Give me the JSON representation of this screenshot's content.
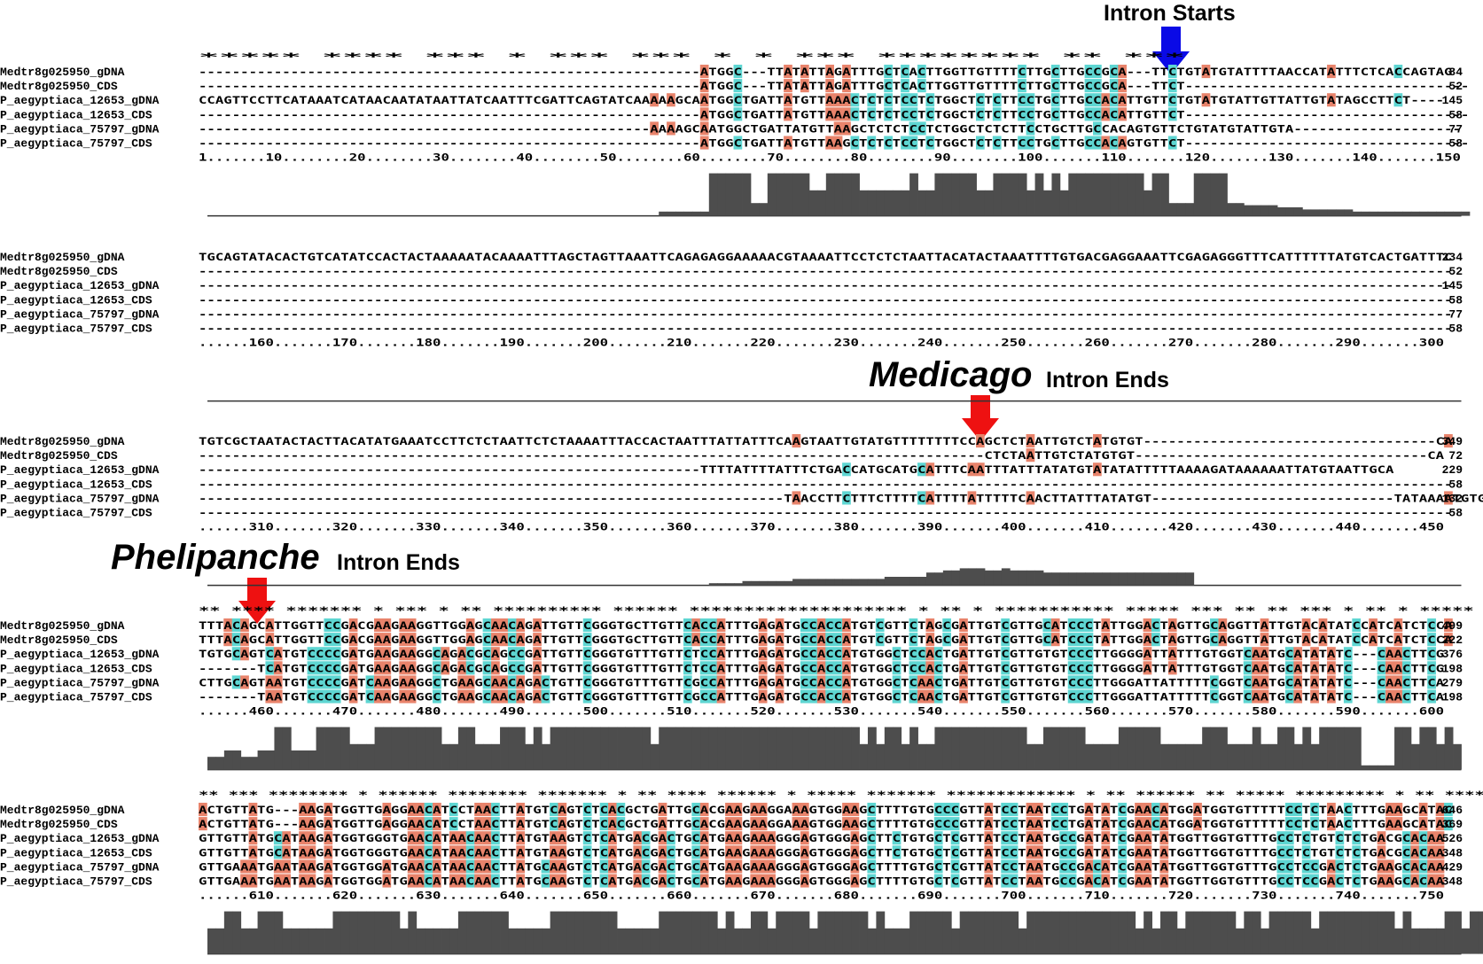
{
  "colors": {
    "A": "#e8836b",
    "C": "#5ed6d2",
    "bar": "#4d4d4d",
    "intron_start_arrow": "#0a0ae6",
    "intron_end_arrow": "#ee1111"
  },
  "annotations": {
    "intron_starts": "Intron Starts",
    "medicago_species": "Medicago",
    "medicago_suffix": "Intron Ends",
    "phelipanche_species": "Phelipanche",
    "phelipanche_suffix": "Intron Ends"
  },
  "sequence_names": [
    "Medtr8g025950_gDNA",
    "Medtr8g025950_CDS",
    "P_aegyptiaca_12653_gDNA",
    "P_aegyptiaca_12653_CDS",
    "P_aegyptiaca_75797_gDNA",
    "P_aegyptiaca_75797_CDS"
  ],
  "blocks": [
    {
      "stars": "                                                            *****  **** ***   *  ***   *** * * *** ******** **     ***",
      "rows": [
        "------------------------------------------------------------ATGGC---TTATATTAGATTTGCTCACTTGGTTGTTTTCTTGCTTGCCGCA---TTCTGTATGTATTTTAACCATATTTCTCACCAGTAG",
        "------------------------------------------------------------ATGGC---TTATATTAGATTTGCTCACTTGGTTGTTTTCTTGCTTGCCGCA---TTCT----------------------------------",
        "CCAGTTCCTTCATAAATCATAACAATATAATTATCAATTTCGATTCAGTATCAAAAAGCAATGGCTGATTATGTTAAACTCTCTCCTCTGGCTCTCTTCCTGCTTGCCACATTGTTCTGTATGTATTGTTATTGTATAGCCTTCT----",
        "------------------------------------------------------------ATGGCTGATTATGTTAAACTCTCTCCTCTGGCTCTCTTCCTGCTTGCCACATTGTTCT----------------------------------",
        "------------------------------------------------------AAAAGCAATGGCTGATTATGTTAAGCTCTCTCCTCTGGCTCTCTTCCTGCTTGCCACAGTGTTCTGTATGTATTGTA--------------------",
        "------------------------------------------------------------ATGGCTGATTATGTTAAGCTCTCTCCTCTGGCTCTCTTCCTGCTTGCCACAGTGTTCT----------------------------------"
      ],
      "counts": [
        "84",
        "52",
        "145",
        "58",
        "77",
        "58"
      ],
      "ruler": "1.......10........20........30........40........50........60........70........80........90........100.......110.......120.......130.......140.......150",
      "conservation": [
        0,
        0,
        0,
        0,
        0,
        0,
        0,
        0,
        0,
        0,
        0,
        0,
        0,
        0,
        0,
        0,
        0,
        0,
        0,
        0,
        0,
        0,
        0,
        0,
        0,
        0,
        0,
        0,
        0,
        0,
        0,
        0,
        0,
        0,
        0,
        0,
        0,
        0,
        0,
        0,
        0,
        0,
        0,
        0,
        0,
        0,
        0,
        0,
        0,
        0,
        0,
        0,
        0,
        0,
        0.1,
        0.1,
        0.1,
        0.1,
        0.1,
        0.1,
        1,
        1,
        1,
        1,
        1,
        0.3,
        0.3,
        1,
        1,
        1,
        1,
        1,
        0.6,
        0.6,
        1,
        1,
        1,
        1,
        0.6,
        0.6,
        0.6,
        0.6,
        0.6,
        0.6,
        1,
        0.6,
        0.6,
        1,
        1,
        1,
        1,
        1,
        0.6,
        0.6,
        1,
        1,
        1,
        1,
        0.6,
        1,
        0.6,
        1,
        0.6,
        1,
        1,
        1,
        1,
        1,
        1,
        1,
        1,
        1,
        0.6,
        1,
        1,
        0.3,
        0.3,
        0.3,
        1,
        1,
        1,
        1,
        0.3,
        0.3,
        0.25,
        0.25,
        0.25,
        0.25,
        0.2,
        0.2,
        0.2,
        0.15,
        0.15,
        0.15,
        0.15,
        0.15,
        0.15,
        0.1,
        0.1,
        0.1,
        0.1,
        0.1,
        0.1,
        0.1,
        0.1,
        0.1,
        0.1,
        0.1,
        0.1,
        0.1,
        0.1,
        0,
        0,
        0,
        0
      ]
    },
    {
      "stars": "",
      "rows": [
        "TGCAGTATACACTGTCATATCCACTACTAAAAATACAAAATTTAGCTAGTTAAATTCAGAGAGGAAAAACGTAAAATTCCTCTCTAATTACATACTAAATTTTGTGACGAGGAAATTCGAGAGGGTTTCATTTTTTATGTCACTGATTTC",
        "------------------------------------------------------------------------------------------------------------------------------------------------------",
        "------------------------------------------------------------------------------------------------------------------------------------------------------",
        "------------------------------------------------------------------------------------------------------------------------------------------------------",
        "------------------------------------------------------------------------------------------------------------------------------------------------------",
        "------------------------------------------------------------------------------------------------------------------------------------------------------"
      ],
      "counts": [
        "234",
        "52",
        "145",
        "58",
        "77",
        "58"
      ],
      "ruler": "......160.......170.......180.......190.......200.......210.......220.......230.......240.......250.......260.......270.......280.......290.......300",
      "conservation": [
        0,
        0,
        0,
        0,
        0,
        0,
        0,
        0,
        0,
        0,
        0,
        0,
        0,
        0,
        0,
        0,
        0,
        0,
        0,
        0,
        0,
        0,
        0,
        0,
        0,
        0,
        0,
        0,
        0,
        0,
        0,
        0,
        0,
        0,
        0,
        0,
        0,
        0,
        0,
        0,
        0,
        0,
        0,
        0,
        0,
        0,
        0,
        0,
        0,
        0,
        0,
        0,
        0,
        0,
        0,
        0,
        0,
        0,
        0,
        0,
        0,
        0,
        0,
        0,
        0,
        0,
        0,
        0,
        0,
        0,
        0,
        0,
        0,
        0,
        0,
        0,
        0,
        0,
        0,
        0,
        0,
        0,
        0,
        0,
        0,
        0,
        0,
        0,
        0,
        0,
        0,
        0,
        0,
        0,
        0,
        0,
        0,
        0,
        0,
        0,
        0,
        0,
        0,
        0,
        0,
        0,
        0,
        0,
        0,
        0,
        0,
        0,
        0,
        0,
        0,
        0,
        0,
        0,
        0,
        0,
        0,
        0,
        0,
        0,
        0,
        0,
        0,
        0,
        0,
        0,
        0,
        0,
        0,
        0,
        0,
        0,
        0,
        0,
        0,
        0,
        0,
        0,
        0,
        0,
        0,
        0,
        0,
        0,
        0,
        0
      ]
    },
    {
      "stars": "",
      "rows": [
        "TGTCGCTAATACTACTTACATATGAAATCCTTCTCTAATTCTCTAAAATTTACCACTAATTTATTATTTCAAGTAATTGTATGTTTTTTTTCCAGCTCTAATTGTCTATGTGT-----------------------------------CA",
        "----------------------------------------------------------------------------------------------CTCTAATTGTCTATGTGT-----------------------------------CA",
        "------------------------------------------------------------TTTTATTTTATTTCTGACCATGCATGCATTTCAATTTATTTATATGTATATATTTTTAAAAGATAAAAAATTATGTAATTGCA",
        "------------------------------------------------------------------------------------------------------------------------------------------------------",
        "----------------------------------------------------------------------TAACCTTCTTTCTTTTCATTTTATTTTTCAACTTATTTATATGT-----------------------------TATAAAATGTG",
        "------------------------------------------------------------------------------------------------------------------------------------------------------"
      ],
      "counts": [
        "349",
        "72",
        "229",
        "58",
        "132",
        "58"
      ],
      "ruler": "......310.......320.......330.......340.......350.......360.......370.......380.......390.......400.......410.......420.......430.......440.......450",
      "conservation": [
        0,
        0,
        0,
        0,
        0,
        0,
        0,
        0,
        0,
        0,
        0,
        0,
        0,
        0,
        0,
        0,
        0,
        0,
        0,
        0,
        0,
        0,
        0,
        0,
        0,
        0,
        0,
        0,
        0,
        0,
        0,
        0,
        0,
        0,
        0,
        0,
        0,
        0,
        0,
        0,
        0,
        0,
        0,
        0,
        0,
        0,
        0,
        0,
        0,
        0,
        0,
        0,
        0,
        0,
        0,
        0,
        0,
        0,
        0,
        0,
        0.05,
        0.05,
        0.05,
        0.05,
        0.1,
        0.1,
        0.1,
        0.1,
        0.1,
        0.1,
        0.15,
        0.15,
        0.15,
        0.15,
        0.15,
        0.15,
        0.15,
        0.15,
        0.15,
        0.15,
        0.15,
        0.2,
        0.2,
        0.2,
        0.2,
        0.2,
        0.3,
        0.3,
        0.35,
        0.35,
        0.4,
        0.4,
        0.4,
        0.35,
        0.35,
        0.4,
        0.35,
        0.35,
        0.35,
        0.35,
        0.3,
        0.3,
        0.3,
        0.3,
        0.3,
        0.3,
        0.3,
        0.3,
        0.3,
        0.3,
        0.3,
        0.3,
        0.3,
        0.3,
        0.3,
        0.3,
        0.3,
        0.3,
        0,
        0,
        0,
        0,
        0,
        0,
        0,
        0,
        0,
        0,
        0,
        0,
        0,
        0,
        0,
        0,
        0,
        0,
        0,
        0,
        0,
        0,
        0,
        0,
        0,
        0,
        0,
        0,
        0,
        0,
        0,
        0,
        0,
        0,
        0,
        0,
        0.1,
        0.1,
        0.25,
        0.25
      ]
    },
    {
      "stars": "         **   ****   *******  *   ***  *  **  **********  ******  ******************** *  ** *   ***********    *****     ***  ** **     *** * ** * *****   ** ** *",
      "rows": [
        "TTTACAGCATTGGTTCCGACGAAGAAGGTTGGAGCAACAGATTGTTCGGGTGCTTGTTCACCATTTGAGATGCCACCATGTCGTTCTAGCGATTGTCGTTGCATCCCTATTGGACTAGTTGCAGGTTATTGTACATATCCATCATCTCCA",
        "TTTACAGCATTGGTTCCGACGAAGAAGGTTGGAGCAACAGATTGTTCGGGTGCTTGTTCACCATTTGAGATGCCACCATGTCGTTCTAGCGATTGTCGTTGCATCCCTATTGGACTAGTTGCAGGTTATTGTACATATCCATCATCTCCA",
        "TGTGCAGTCATGTCCCCGATGAAGAAGGCAGACGCAGCCGATTGTTCGGGTGTTTGTTCTCCATTTGAGATGCCACCATGTGGCTCCACTGATTGTCGTTGTGTCCCTTGGGGATTATTTGTGGTCAATGCATATATC---CAACTTCG",
        "-------TCATGTCCCCGATGAAGAAGGCAGACGCAGCCGATTGTTCGGGTGTTTGTTCTCCATTTGAGATGCCACCATGTGGCTCCACTGATTGTCGTTGTGTCCCTTGGGGATTATTTGTGGTCAATGCATATATC---CAACTTCG",
        "CTTGCAGTAATGTCCCCGATCAAGAAGGCTGAAGCAACAGACTGTTCGGGTGTTTGTTCGCCATTTGAGATGCCACCATGTGGCTCAACTGATTGTCGTTGTGTCCCTTGGGATTATTTTTCGGTCAATGCATATATC---CAACTTCA",
        "-------TAATGTCCCCGATCAAGAAGGCTGAAGCAACAGACTGTTCGGGTGTTTGTTCGCCATTTGAGATGCCACCATGTGGCTCAACTGATTGTCGTTGTGTCCCTTGGGATTATTTTTCGGTCAATGCATATATC---CAACTTCA"
      ],
      "counts": [
        "499",
        "222",
        "376",
        "198",
        "279",
        "198"
      ],
      "ruler": "......460.......470.......480.......490.......500.......510.......520.......530.......540.......550.......560.......570.......580.......590.......600",
      "conservation": [
        0.3,
        0.3,
        0.45,
        0.45,
        0.3,
        0.3,
        0.45,
        0.45,
        1,
        1,
        0.45,
        0.45,
        0.45,
        1,
        1,
        1,
        1,
        0.6,
        0.6,
        0.6,
        1,
        1,
        1,
        1,
        1,
        1,
        1,
        1,
        0.6,
        0.6,
        1,
        1,
        0.6,
        0.6,
        0.6,
        1,
        1,
        1,
        0.6,
        1,
        0.6,
        1,
        1,
        1,
        1,
        1,
        1,
        1,
        1,
        1,
        1,
        1,
        1,
        0.6,
        1,
        1,
        1,
        1,
        1,
        1,
        1,
        1,
        1,
        1,
        1,
        1,
        1,
        1,
        1,
        1,
        1,
        1,
        1,
        1,
        1,
        1,
        1,
        1,
        0.6,
        1,
        0.6,
        1,
        1,
        0.6,
        1,
        0.6,
        0.6,
        1,
        1,
        1,
        1,
        1,
        1,
        1,
        1,
        1,
        1,
        1,
        0.6,
        0.6,
        1,
        1,
        1,
        1,
        1,
        0.6,
        0.6,
        0.6,
        0.6,
        1,
        1,
        1,
        1,
        1,
        0.6,
        0.6,
        0.6,
        0.6,
        0.6,
        1,
        1,
        1,
        0.6,
        0.6,
        0.6,
        1,
        0.6,
        0.6,
        1,
        1,
        0.6,
        1,
        0.6,
        1,
        1,
        1,
        1,
        1,
        0.1,
        0.1,
        0.1,
        0.1,
        1,
        1,
        0.6,
        1,
        1,
        0.6,
        1,
        0.6
      ]
    },
    {
      "stars": "  **  ***      ******** *     ******     ********     ******* *  ** **** ****** *   ***** ******* ************* * ** ****** ** ***** ********* *    ** **** *** *",
      "rows": [
        "ACTGTTATG---AAGATGGTTGAGGAACATCCTAACTTATGTCAGTCTCACGCTGATTGCACGAAGAAGGAAAGTGGAAGCTTTTGTGCCCGTTATCCTAATCCTGATATCGAACATGGATGGTGTTTTTCCTCTAACTTTGAAGCATAC",
        "ACTGTTATG---AAGATGGTTGAGGAACATCCTAACTTATGTCAGTCTCACGCTGATTGCACGAAGAAGGAAAGTGGAAGCTTTTGTGCCCGTTATCCTAATCCTGATATCGAACATGGATGGTGTTTTTCCTCTAACTTTGAAGCATAC",
        "GTTGTTATGCATAAGATGGTGGGTGAACATAACAACTTATGTAAGTCTCATGACGACTGCATGAAGAAAGGGAGTGGGAGCTTCTGTGCTCGTTATCCTAATGCCGATATCGAATATGGTTGGTGTTTGCCTCTGTCTCTGACGCACAA",
        "GTTGTTATGCATAAGATGGTGGGTGAACATAACAACTTATGTAAGTCTCATGACGACTGCATGAAGAAAGGGAGTGGGAGCTTCTGTGCTCGTTATCCTAATGCCGATATCGAATATGGTTGGTGTTTGCCTCTGTCTCTGACGCACAA",
        "GTTGAAATGAATAAGATGGTGGATGAACATAACAACTTATGCAAGTCTCATGACGACTGCATGAAGAAAGGGAGTGGGAGCTTTTGTGCTCGTTATCCTAATGCCGACATCGAATATGGTTGGTGTTTGCCTCCGACTCTGAAGCACAA",
        "GTTGAAATGAATAAGATGGTGGATGAACATAACAACTTATGCAAGTCTCATGACGACTGCATGAAGAAAGGGAGTGGGAGCTTTTGTGCTCGTTATCCTAATGCCGACATCGAATATGGTTGGTGTTTGCCTCCGACTCTGAAGCACAA"
      ],
      "counts": [
        "646",
        "369",
        "526",
        "348",
        "429",
        "348"
      ],
      "ruler": "......610.......620.......630.......640.......650.......660.......670.......680.......690.......700.......710.......720.......730.......740.......750",
      "conservation": [
        0.6,
        0.6,
        1,
        1,
        0.6,
        0.6,
        1,
        1,
        1,
        0.6,
        0.6,
        0.6,
        0.6,
        0.6,
        0.6,
        1,
        1,
        1,
        1,
        1,
        1,
        1,
        1,
        0.6,
        1,
        0.6,
        0.6,
        0.6,
        0.6,
        0.6,
        1,
        1,
        1,
        1,
        1,
        1,
        0.6,
        0.6,
        0.6,
        0.6,
        0.6,
        1,
        1,
        1,
        1,
        1,
        1,
        1,
        1,
        0.6,
        0.6,
        0.6,
        0.6,
        0.6,
        1,
        1,
        1,
        1,
        1,
        1,
        1,
        0.6,
        1,
        0.6,
        0.6,
        1,
        1,
        0.6,
        1,
        1,
        1,
        1,
        0.6,
        1,
        1,
        1,
        1,
        1,
        1,
        0.6,
        1,
        0.6,
        0.6,
        0.6,
        1,
        1,
        1,
        1,
        1,
        0.6,
        1,
        1,
        1,
        1,
        1,
        1,
        1,
        0.6,
        1,
        1,
        1,
        1,
        1,
        1,
        1,
        1,
        1,
        1,
        1,
        1,
        1,
        0.6,
        1,
        0.6,
        1,
        1,
        0.6,
        1,
        1,
        1,
        1,
        1,
        1,
        0.6,
        1,
        1,
        0.6,
        1,
        1,
        1,
        1,
        1,
        0.6,
        1,
        1,
        1,
        1,
        1,
        1,
        1,
        1,
        1,
        0.6,
        1,
        0.6,
        0.6,
        0.6,
        0.6,
        1,
        1,
        0.6,
        1,
        1,
        1,
        1,
        0.6,
        1,
        1,
        1,
        0.6,
        1
      ]
    }
  ]
}
